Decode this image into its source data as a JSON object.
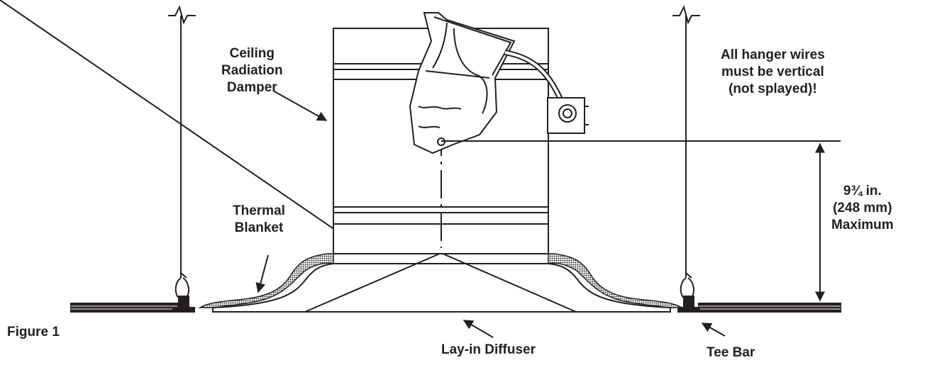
{
  "labels": {
    "damper": [
      "Ceiling",
      "Radiation",
      "Damper"
    ],
    "hanger_note": [
      "All hanger wires",
      "must be vertical",
      "(not splayed)!"
    ],
    "thermal_blanket": [
      "Thermal",
      "Blanket"
    ],
    "dimension": [
      "9¾ in.",
      "(248 mm)",
      "Maximum"
    ],
    "figure": "Figure 1",
    "diffuser": "Lay-in Diffuser",
    "tee_bar": "Tee Bar"
  },
  "colors": {
    "ink": "#231f20",
    "blanket_fill": "#9a9a9a"
  }
}
